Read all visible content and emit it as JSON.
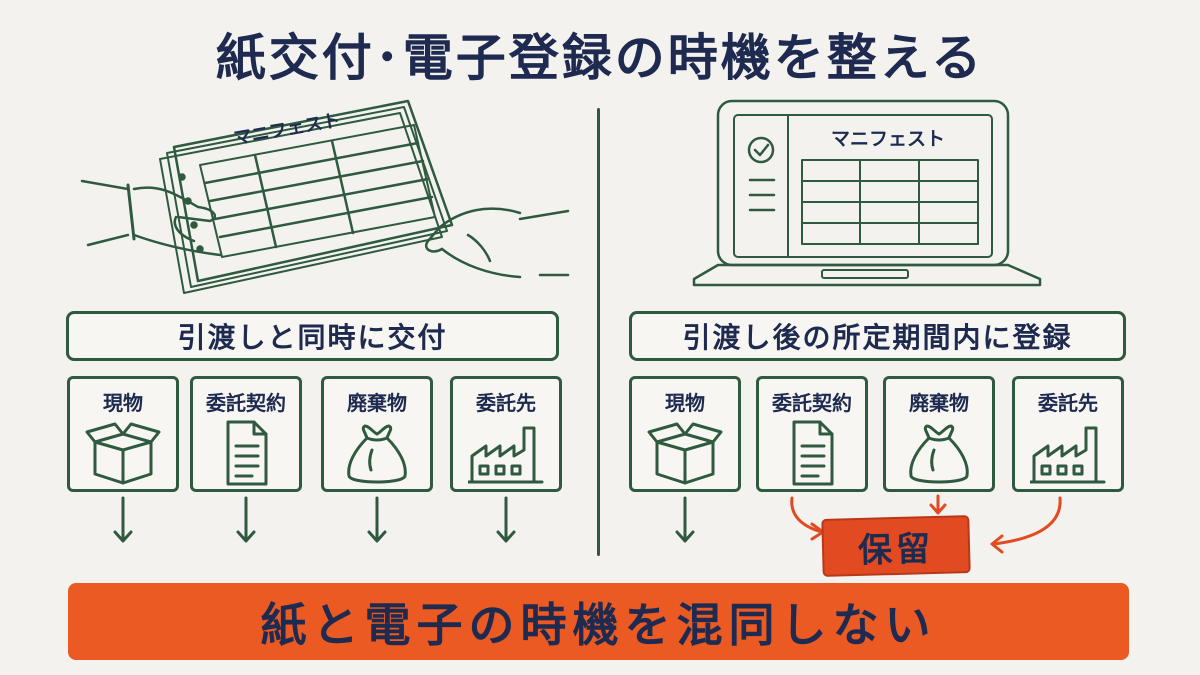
{
  "title": "紙交付･電子登録の時機を整える",
  "left": {
    "doc_label": "マニフェスト",
    "step": "引渡しと同時に交付",
    "items": [
      {
        "label": "現物",
        "icon": "box-icon"
      },
      {
        "label": "委託契約",
        "icon": "document-icon"
      },
      {
        "label": "廃棄物",
        "icon": "waste-bag-icon"
      },
      {
        "label": "委託先",
        "icon": "factory-icon"
      }
    ]
  },
  "right": {
    "screen_label": "マニフェスト",
    "step": "引渡し後の所定期間内に登録",
    "items": [
      {
        "label": "現物",
        "icon": "box-icon"
      },
      {
        "label": "委託契約",
        "icon": "document-icon"
      },
      {
        "label": "廃棄物",
        "icon": "waste-bag-icon"
      },
      {
        "label": "委託先",
        "icon": "factory-icon"
      }
    ],
    "hold_label": "保留"
  },
  "banner": "紙と電子の時機を混同しない",
  "colors": {
    "line": "#2f5a3f",
    "text": "#1e2a4f",
    "accent": "#ea5a22",
    "background": "#f3f2ee"
  }
}
